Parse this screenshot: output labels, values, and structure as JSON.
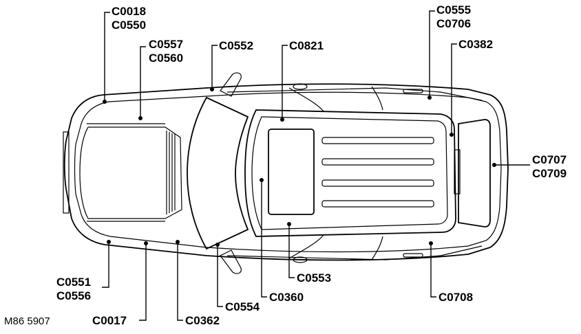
{
  "figure_code": "M86 5907",
  "connectors": {
    "c0018": "C0018",
    "c0550": "C0550",
    "c0557": "C0557",
    "c0560": "C0560",
    "c0552": "C0552",
    "c0821": "C0821",
    "c0555": "C0555",
    "c0706": "C0706",
    "c0382": "C0382",
    "c0707": "C0707",
    "c0709": "C0709",
    "c0553": "C0553",
    "c0708": "C0708",
    "c0360": "C0360",
    "c0554": "C0554",
    "c0551": "C0551",
    "c0556": "C0556",
    "c0017": "C0017",
    "c0362": "C0362"
  }
}
